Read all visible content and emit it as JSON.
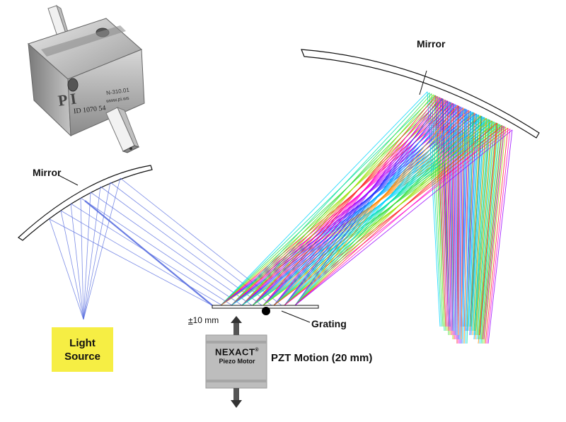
{
  "labels": {
    "mirror_left": "Mirror",
    "mirror_right": "Mirror",
    "grating": "Grating",
    "light_source_line1": "Light",
    "light_source_line2": "Source",
    "range_sign": "±",
    "range_value": "10 mm",
    "pzt_motion": "PZT Motion (20 mm)",
    "motor_brand": "NEXACT",
    "motor_brand_mark": "®",
    "motor_type": "Piezo Motor"
  },
  "photo": {
    "logo": "PI",
    "model": "N-310.01",
    "website": "www.pi.ws",
    "id_text": "ID 1070      54"
  },
  "colors": {
    "light_source_bg": "#f6ee44",
    "ray_blue": "#5a6fe0",
    "motor_gray": "#b8b8b8",
    "spectrum": [
      "#00d4ff",
      "#00e0a0",
      "#33dd33",
      "#99e000",
      "#ff2020",
      "#ff00cc",
      "#9900ff",
      "#2233ff",
      "#00aaff",
      "#ff8800"
    ]
  },
  "icons": {
    "arrow_up": "arrow-up-icon",
    "arrow_down": "arrow-down-icon",
    "pivot": "pivot-dot-icon"
  }
}
